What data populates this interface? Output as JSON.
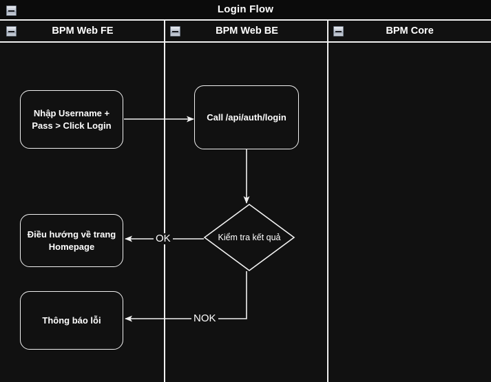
{
  "diagram": {
    "type": "bpmn-flowchart",
    "pool": {
      "title": "Login Flow",
      "collapse_icon": "minus-icon"
    },
    "lanes": [
      {
        "id": "fe",
        "label": "BPM Web FE",
        "collapse_icon": "minus-icon"
      },
      {
        "id": "be",
        "label": "BPM Web BE",
        "collapse_icon": "minus-icon"
      },
      {
        "id": "core",
        "label": "BPM Core",
        "collapse_icon": "minus-icon"
      }
    ],
    "nodes": [
      {
        "id": "n1",
        "lane": "fe",
        "shape": "task",
        "label": "Nhập Username +\nPass > Click Login"
      },
      {
        "id": "n2",
        "lane": "be",
        "shape": "task",
        "label": "Call /api/auth/login"
      },
      {
        "id": "n3",
        "lane": "be",
        "shape": "gateway",
        "label": "Kiểm tra kết quả"
      },
      {
        "id": "n4",
        "lane": "fe",
        "shape": "task",
        "label": "Điều hướng về trang\nHomepage"
      },
      {
        "id": "n5",
        "lane": "fe",
        "shape": "task",
        "label": "Thông báo lỗi"
      }
    ],
    "edges": [
      {
        "from": "n1",
        "to": "n2",
        "label": ""
      },
      {
        "from": "n2",
        "to": "n3",
        "label": ""
      },
      {
        "from": "n3",
        "to": "n4",
        "label": "OK"
      },
      {
        "from": "n3",
        "to": "n5",
        "label": "NOK"
      }
    ],
    "colors": {
      "background": "#111111",
      "stroke": "#f2f2f2",
      "text": "#ffffff",
      "widget_face": "#cdd3dc",
      "widget_border": "#6f7885"
    }
  }
}
